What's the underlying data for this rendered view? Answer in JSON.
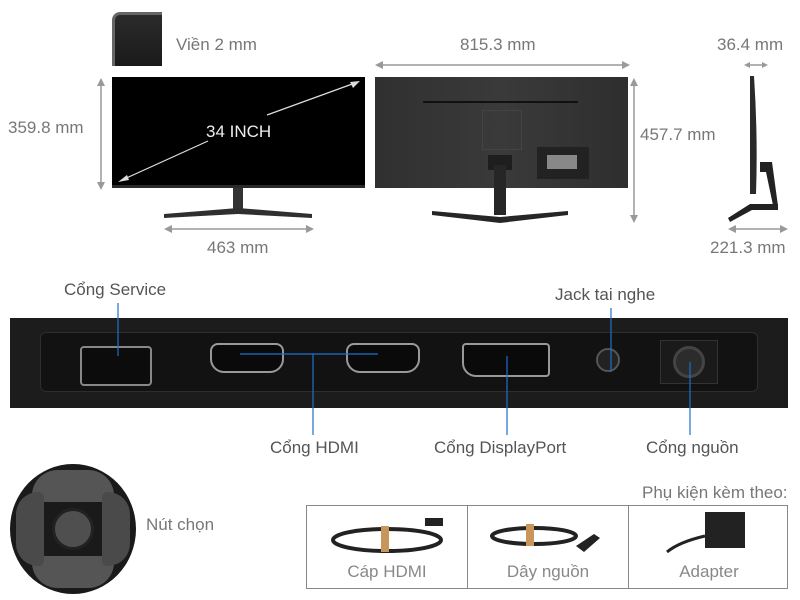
{
  "dimensions": {
    "bezel": "Viền 2 mm",
    "front_height": "359.8 mm",
    "screen_size": "34 INCH",
    "stand_width": "463 mm",
    "back_width": "815.3 mm",
    "back_height": "457.7 mm",
    "side_depth_top": "36.4 mm",
    "side_depth_base": "221.3 mm"
  },
  "ports": {
    "service": "Cổng Service",
    "headphone": "Jack tai nghe",
    "hdmi": "Cổng HDMI",
    "displayport": "Cổng DisplayPort",
    "power": "Cổng nguồn"
  },
  "control": {
    "label": "Nút chọn"
  },
  "accessories": {
    "title": "Phụ kiện kèm theo:",
    "items": [
      {
        "label": "Cáp HDMI"
      },
      {
        "label": "Dây nguồn"
      },
      {
        "label": "Adapter"
      }
    ]
  },
  "colors": {
    "leader_line": "#1e6fd0",
    "monitor": "#1b1b1b",
    "label_text": "#777777"
  }
}
